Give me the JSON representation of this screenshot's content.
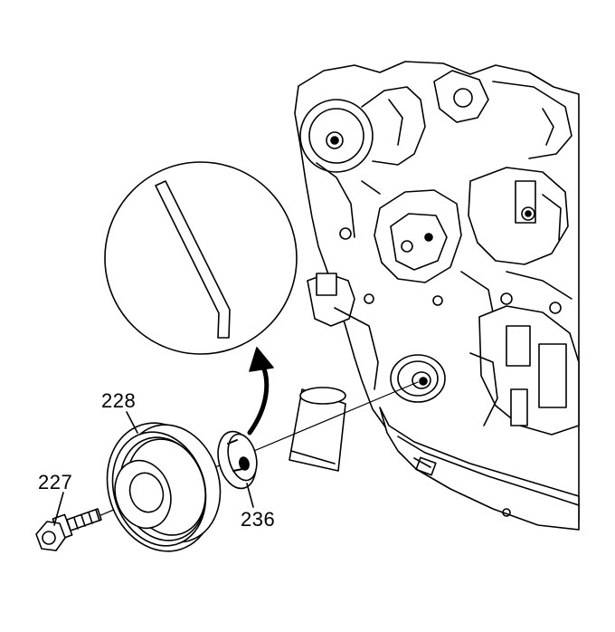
{
  "figure": {
    "callouts": {
      "pulley": "228",
      "bolt": "227",
      "washer": "236"
    }
  }
}
